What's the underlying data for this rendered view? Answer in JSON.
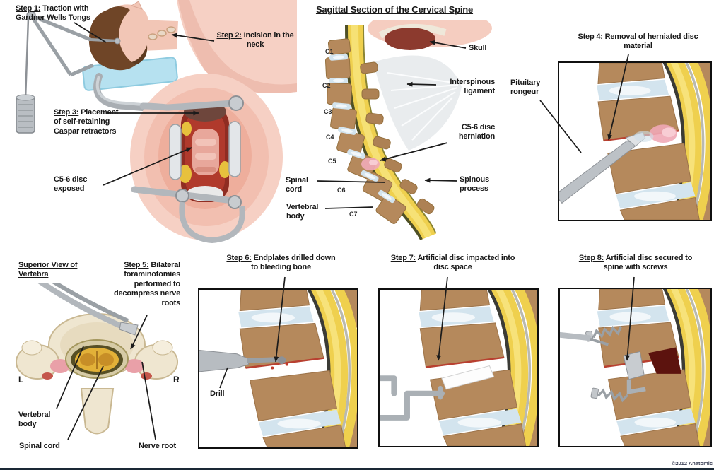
{
  "titles": {
    "sagittal": "Sagittal Section of the Cervical Spine",
    "superior_view": "Superior View of Vertebra"
  },
  "steps": {
    "s1": {
      "prefix": "Step 1:",
      "text": "Traction with Gardner Wells Tongs"
    },
    "s2": {
      "prefix": "Step 2:",
      "text": "Incision in the neck"
    },
    "s3": {
      "prefix": "Step 3:",
      "text": "Placement of self-retaining Caspar retractors"
    },
    "s4": {
      "prefix": "Step 4:",
      "text": "Removal of herniated disc material"
    },
    "s5": {
      "prefix": "Step 5:",
      "text": "Bilateral foraminotomies performed to decompress nerve roots"
    },
    "s6": {
      "prefix": "Step 6:",
      "text": "Endplates drilled down to bleeding bone"
    },
    "s7": {
      "prefix": "Step 7:",
      "text": "Artificial disc impacted into disc space"
    },
    "s8": {
      "prefix": "Step 8:",
      "text": "Artificial disc secured to spine with screws"
    }
  },
  "labels": {
    "c56_exposed": "C5-6 disc exposed",
    "skull": "Skull",
    "interspinous_ligament": "Interspinous ligament",
    "c56_herniation": "C5-6 disc herniation",
    "spinous_process": "Spinous process",
    "spinal_cord_sagittal": "Spinal cord",
    "vertebral_body_sagittal": "Vertebral body",
    "pituitary_rongeur": "Pituitary rongeur",
    "left": "L",
    "right": "R",
    "vertebral_body_superior": "Vertebral body",
    "spinal_cord_superior": "Spinal cord",
    "nerve_root": "Nerve root",
    "drill": "Drill",
    "vertebrae": [
      "C1",
      "C2",
      "C3",
      "C4",
      "C5",
      "C6",
      "C7"
    ]
  },
  "copyright": "©2012 Anatomic",
  "colors": {
    "bone_brown": "#b5895c",
    "disc_blue": "#d3e4ee",
    "spinal_cord_yellow": "#efd04e",
    "herniation_pink": "#f0a9b6",
    "wound_red": "#b03a2c",
    "skin_pink": "#f6d0c4",
    "metal_grey": "#b2b7bc",
    "table_blue": "#b6e1f0",
    "hair_brown": "#6f4527",
    "implant_dark_red": "#5c130e",
    "cord_orange": "#e2b138",
    "label_black": "#181818"
  }
}
